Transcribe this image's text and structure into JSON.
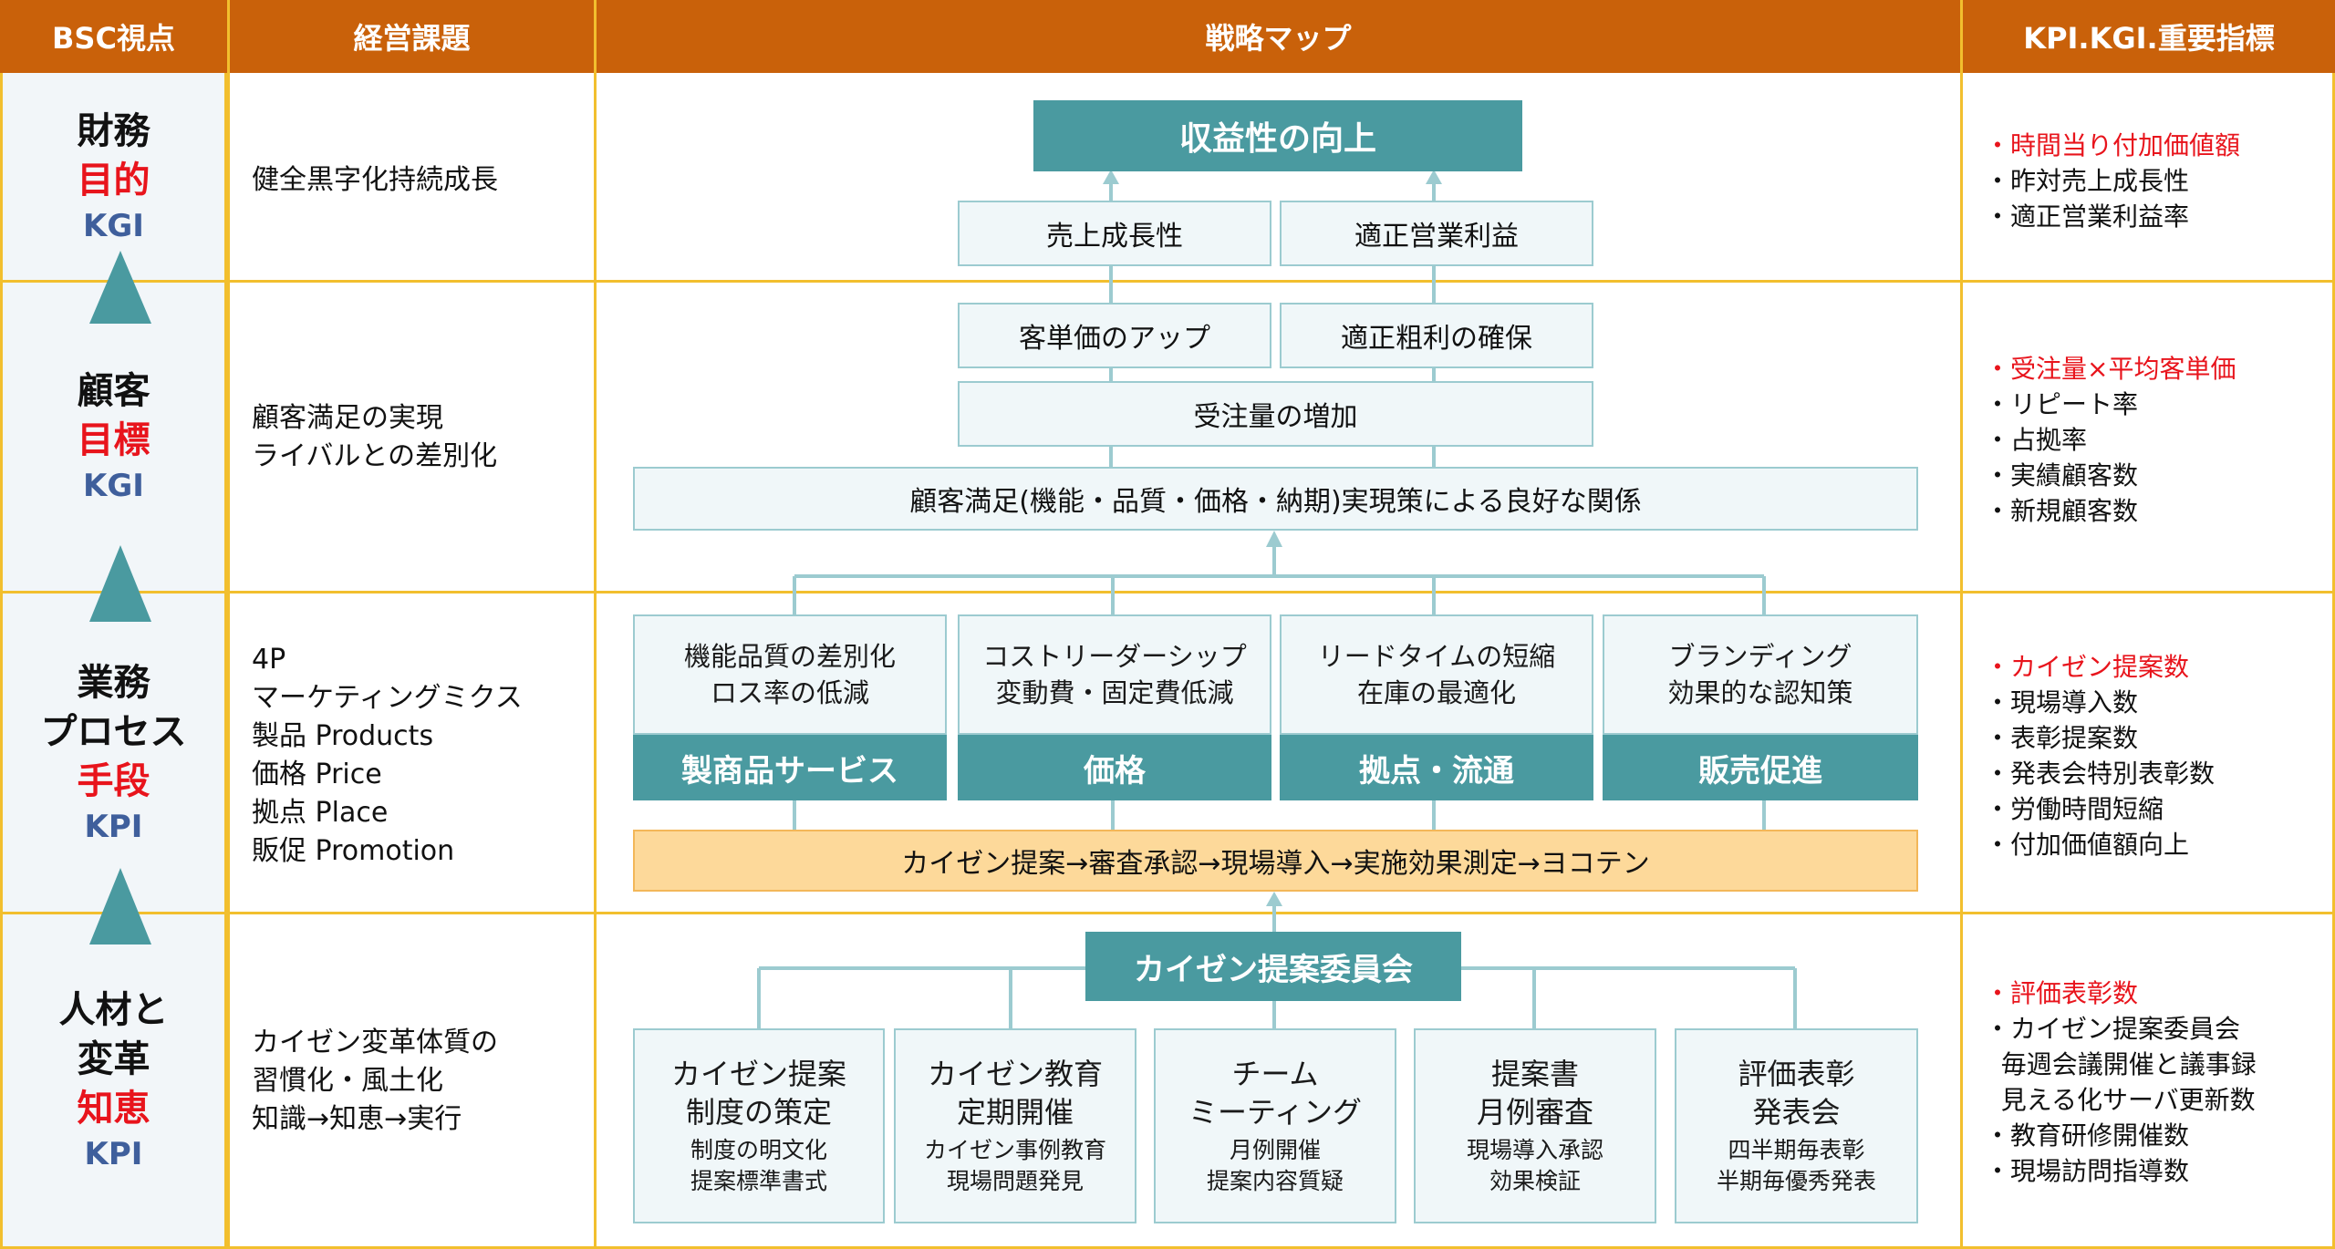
{
  "header": {
    "col1": "BSC視点",
    "col2": "経営課題",
    "col3": "戦略マップ",
    "col4": "KPI.KGI.重要指標"
  },
  "rows": [
    {
      "perspective": "財務",
      "role": "目的",
      "metric": "KGI",
      "issues": "健全黒字化持続成長",
      "kpis": [
        "・時間当り付加価値額",
        "・昨対売上成長性",
        "・適正営業利益率"
      ]
    },
    {
      "perspective": "顧客",
      "role": "目標",
      "metric": "KGI",
      "issues": "顧客満足の実現\nライバルとの差別化",
      "kpis": [
        "・受注量×平均客単価",
        "・リピート率",
        "・占拠率",
        "・実績顧客数",
        "・新規顧客数"
      ]
    },
    {
      "perspective": "業務\nプロセス",
      "role": "手段",
      "metric": "KPI",
      "issues": "4P\nマーケティングミクス\n製品 Products\n価格 Price\n拠点 Place\n販促 Promotion",
      "kpis": [
        "・カイゼン提案数",
        "・現場導入数",
        "・表彰提案数",
        "・発表会特別表彰数",
        "・労働時間短縮",
        "・付加価値額向上"
      ]
    },
    {
      "perspective": "人材と\n変革",
      "role": "知恵",
      "metric": "KPI",
      "issues": "カイゼン変革体質の\n習慣化・風土化\n知識→知恵→実行",
      "kpis": [
        "・評価表彰数",
        "・カイゼン提案委員会",
        "  毎週会議開催と議事録",
        "  見える化サーバ更新数",
        "・教育研修開催数",
        "・現場訪問指導数"
      ]
    }
  ],
  "map": {
    "profitability": "収益性の向上",
    "sales_growth": "売上成長性",
    "operating_profit": "適正営業利益",
    "unit_price": "客単価のアップ",
    "gross_profit": "適正粗利の確保",
    "order_volume": "受注量の増加",
    "customer_relation": "顧客満足(機能・品質・価格・納期)実現策による良好な関係",
    "mix": [
      {
        "text": "機能品質の差別化\nロス率の低減",
        "label": "製商品サービス"
      },
      {
        "text": "コストリーダーシップ\n変動費・固定費低減",
        "label": "価格"
      },
      {
        "text": "リードタイムの短縮\n在庫の最適化",
        "label": "拠点・流通"
      },
      {
        "text": "ブランディング\n効果的な認知策",
        "label": "販売促進"
      }
    ],
    "kaizen_flow": "カイゼン提案→審査承認→現場導入→実施効果測定→ヨコテン",
    "committee": "カイゼン提案委員会",
    "activities": [
      {
        "title": "カイゼン提案\n制度の策定",
        "sub": "制度の明文化\n提案標準書式"
      },
      {
        "title": "カイゼン教育\n定期開催",
        "sub": "カイゼン事例教育\n現場問題発見"
      },
      {
        "title": "チーム\nミーティング",
        "sub": "月例開催\n提案内容質疑"
      },
      {
        "title": "提案書\n月例審査",
        "sub": "現場導入承認\n効果検証"
      },
      {
        "title": "評価表彰\n発表会",
        "sub": "四半期毎表彰\n半期毎優秀発表"
      }
    ]
  },
  "colors": {
    "header_bg": "#c9610a",
    "grid_line": "#f2bf2e",
    "teal": "#4a9aa0",
    "connector": "#9ccbd0",
    "accent_red": "#e8141c",
    "metric_blue": "#3f5f9c",
    "orange_band": "#fdd99a"
  }
}
